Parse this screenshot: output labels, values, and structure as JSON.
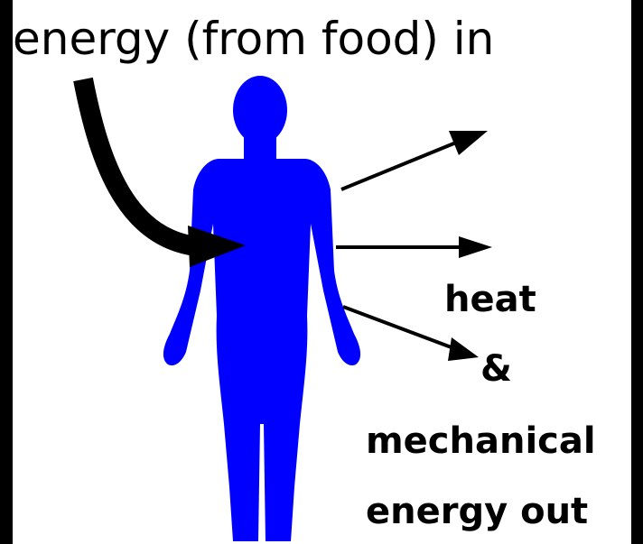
{
  "diagram": {
    "title": "energy (from food) in",
    "output_heat": "heat",
    "output_amp": "&",
    "output_mechanical": "mechanical",
    "output_energy_out": "energy out"
  },
  "colors": {
    "background": "#000000",
    "panel": "#ffffff",
    "body_figure": "#0000ff",
    "arrows": "#000000"
  }
}
